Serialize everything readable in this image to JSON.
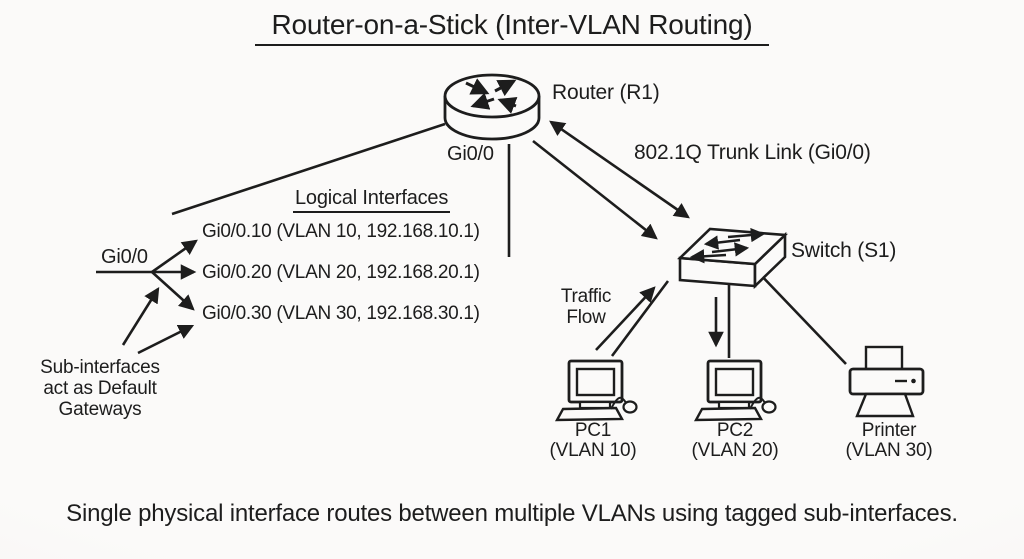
{
  "title": "Router-on-a-Stick (Inter-VLAN Routing)",
  "router": {
    "label": "Router (R1)",
    "physical_interface": "Gi0/0"
  },
  "trunk_link": {
    "label": "802.1Q Trunk Link (Gi0/0)"
  },
  "switch": {
    "label": "Switch (S1)"
  },
  "logical_interfaces": {
    "heading": "Logical Interfaces",
    "stick_label": "Gi0/0",
    "items": [
      "Gi0/0.10 (VLAN 10, 192.168.10.1)",
      "Gi0/0.20 (VLAN 20, 192.168.20.1)",
      "Gi0/0.30 (VLAN 30, 192.168.30.1)"
    ],
    "note": {
      "line1": "Sub-interfaces",
      "line2": "act as Default",
      "line3": "Gateways"
    }
  },
  "traffic_flow": {
    "line1": "Traffic",
    "line2": "Flow"
  },
  "devices": {
    "pc1": {
      "name": "PC1",
      "vlan": "(VLAN 10)"
    },
    "pc2": {
      "name": "PC2",
      "vlan": "(VLAN 20)"
    },
    "printer": {
      "name": "Printer",
      "vlan": "(VLAN 30)"
    }
  },
  "caption": "Single physical interface routes between multiple VLANs using tagged sub-interfaces.",
  "colors": {
    "ink": "#1d1d1d",
    "paper": "#fbfaf9"
  }
}
